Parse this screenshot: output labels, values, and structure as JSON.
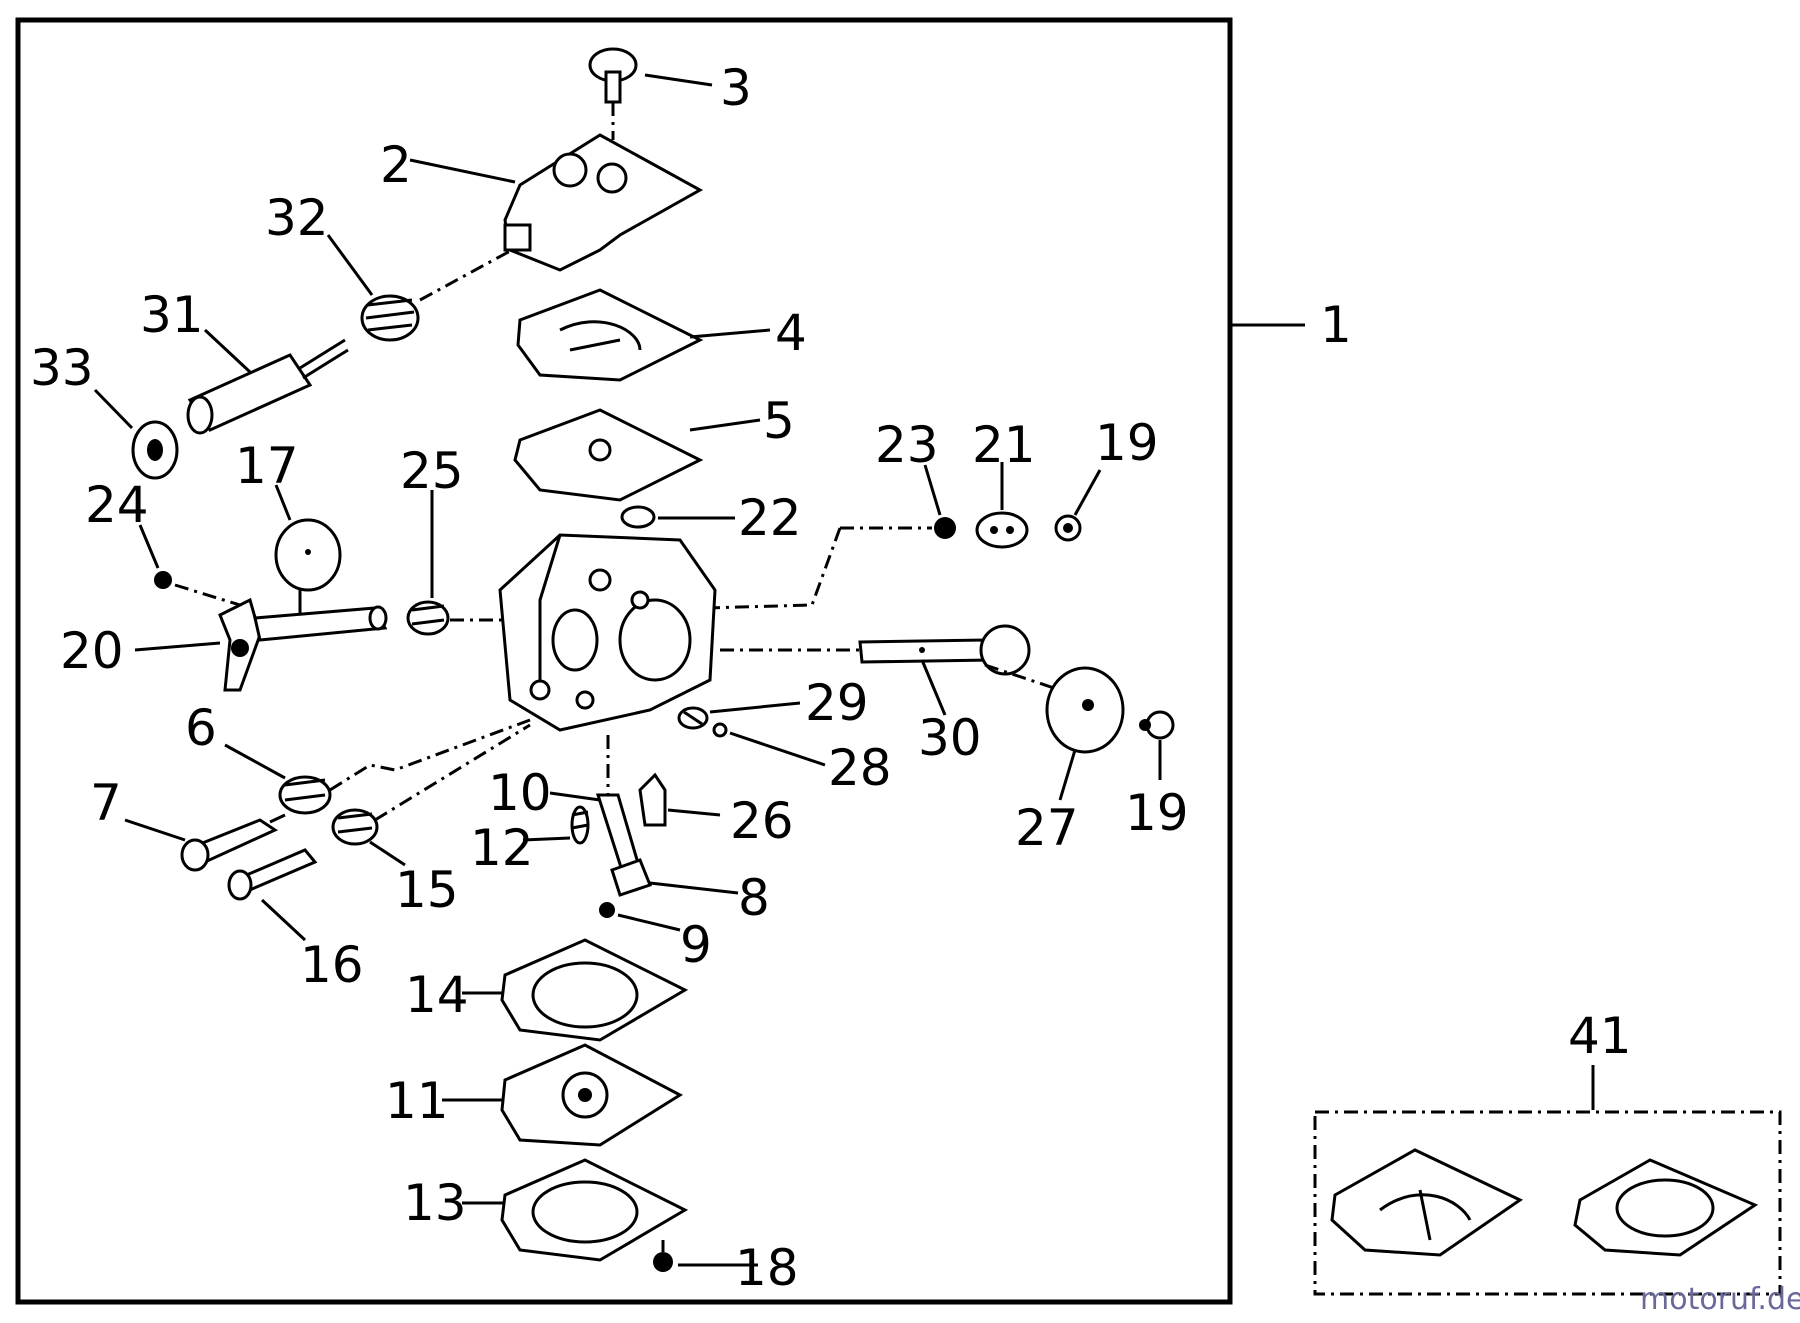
{
  "diagram": {
    "callouts": {
      "p1": "1",
      "p2": "2",
      "p3": "3",
      "p4": "4",
      "p5": "5",
      "p6": "6",
      "p7": "7",
      "p8": "8",
      "p9": "9",
      "p10": "10",
      "p11": "11",
      "p12": "12",
      "p13": "13",
      "p14": "14",
      "p15": "15",
      "p16": "16",
      "p17": "17",
      "p18": "18",
      "p19a": "19",
      "p19b": "19",
      "p20": "20",
      "p21": "21",
      "p22": "22",
      "p23": "23",
      "p24": "24",
      "p25": "25",
      "p26": "26",
      "p27": "27",
      "p28": "28",
      "p29": "29",
      "p30": "30",
      "p31": "31",
      "p32": "32",
      "p33": "33",
      "p41": "41"
    },
    "watermark": "motoruf.de"
  }
}
